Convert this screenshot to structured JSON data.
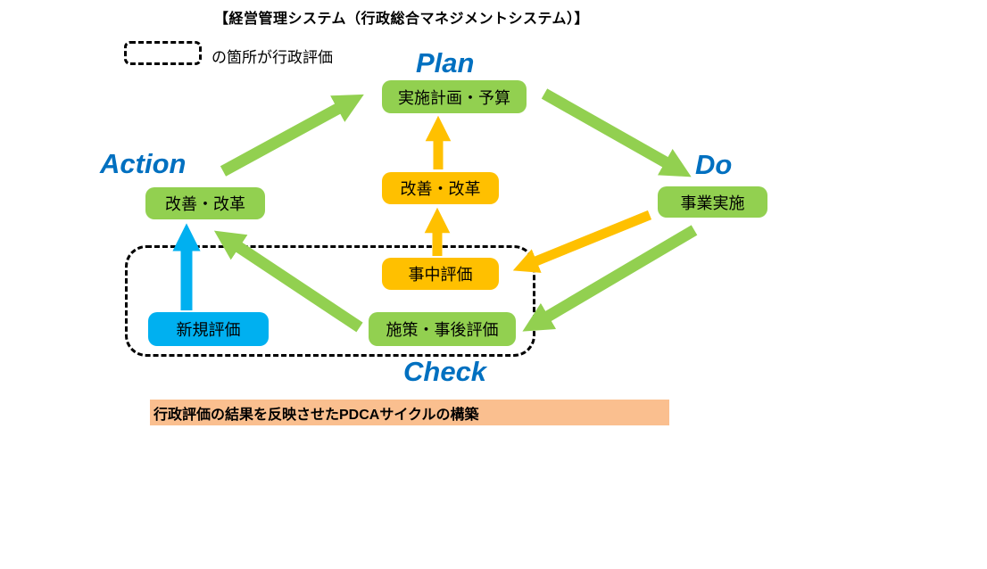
{
  "title": "【経営管理システム（行政総合マネジメントシステム）】",
  "legend": {
    "text": "の箇所が行政評価"
  },
  "phases": {
    "plan": "Plan",
    "do": "Do",
    "check": "Check",
    "action": "Action"
  },
  "boxes": {
    "plan": "実施計画・予算",
    "do": "事業実施",
    "action": "改善・改革",
    "kaizen_center": "改善・改革",
    "midterm_eval": "事中評価",
    "new_eval": "新規評価",
    "policy_expost_eval": "施策・事後評価"
  },
  "arrows": [
    {
      "name": "action-to-plan",
      "color": "green"
    },
    {
      "name": "plan-to-do",
      "color": "green"
    },
    {
      "name": "do-to-policy-expost-eval",
      "color": "green"
    },
    {
      "name": "policy-expost-eval-to-action",
      "color": "green"
    },
    {
      "name": "do-to-midterm-eval",
      "color": "yellow"
    },
    {
      "name": "midterm-eval-to-kaizen-center",
      "color": "yellow"
    },
    {
      "name": "kaizen-center-to-plan",
      "color": "yellow"
    },
    {
      "name": "new-eval-to-action",
      "color": "blue"
    }
  ],
  "footer": {
    "text": "行政評価の結果を反映させたPDCAサイクルの構築"
  },
  "colors": {
    "green": "#92D050",
    "yellow": "#FFC000",
    "blue": "#00B0F0",
    "label_blue": "#0070C0",
    "footer_bg": "#FABF8F",
    "text": "#000000",
    "background": "#FFFFFF"
  }
}
